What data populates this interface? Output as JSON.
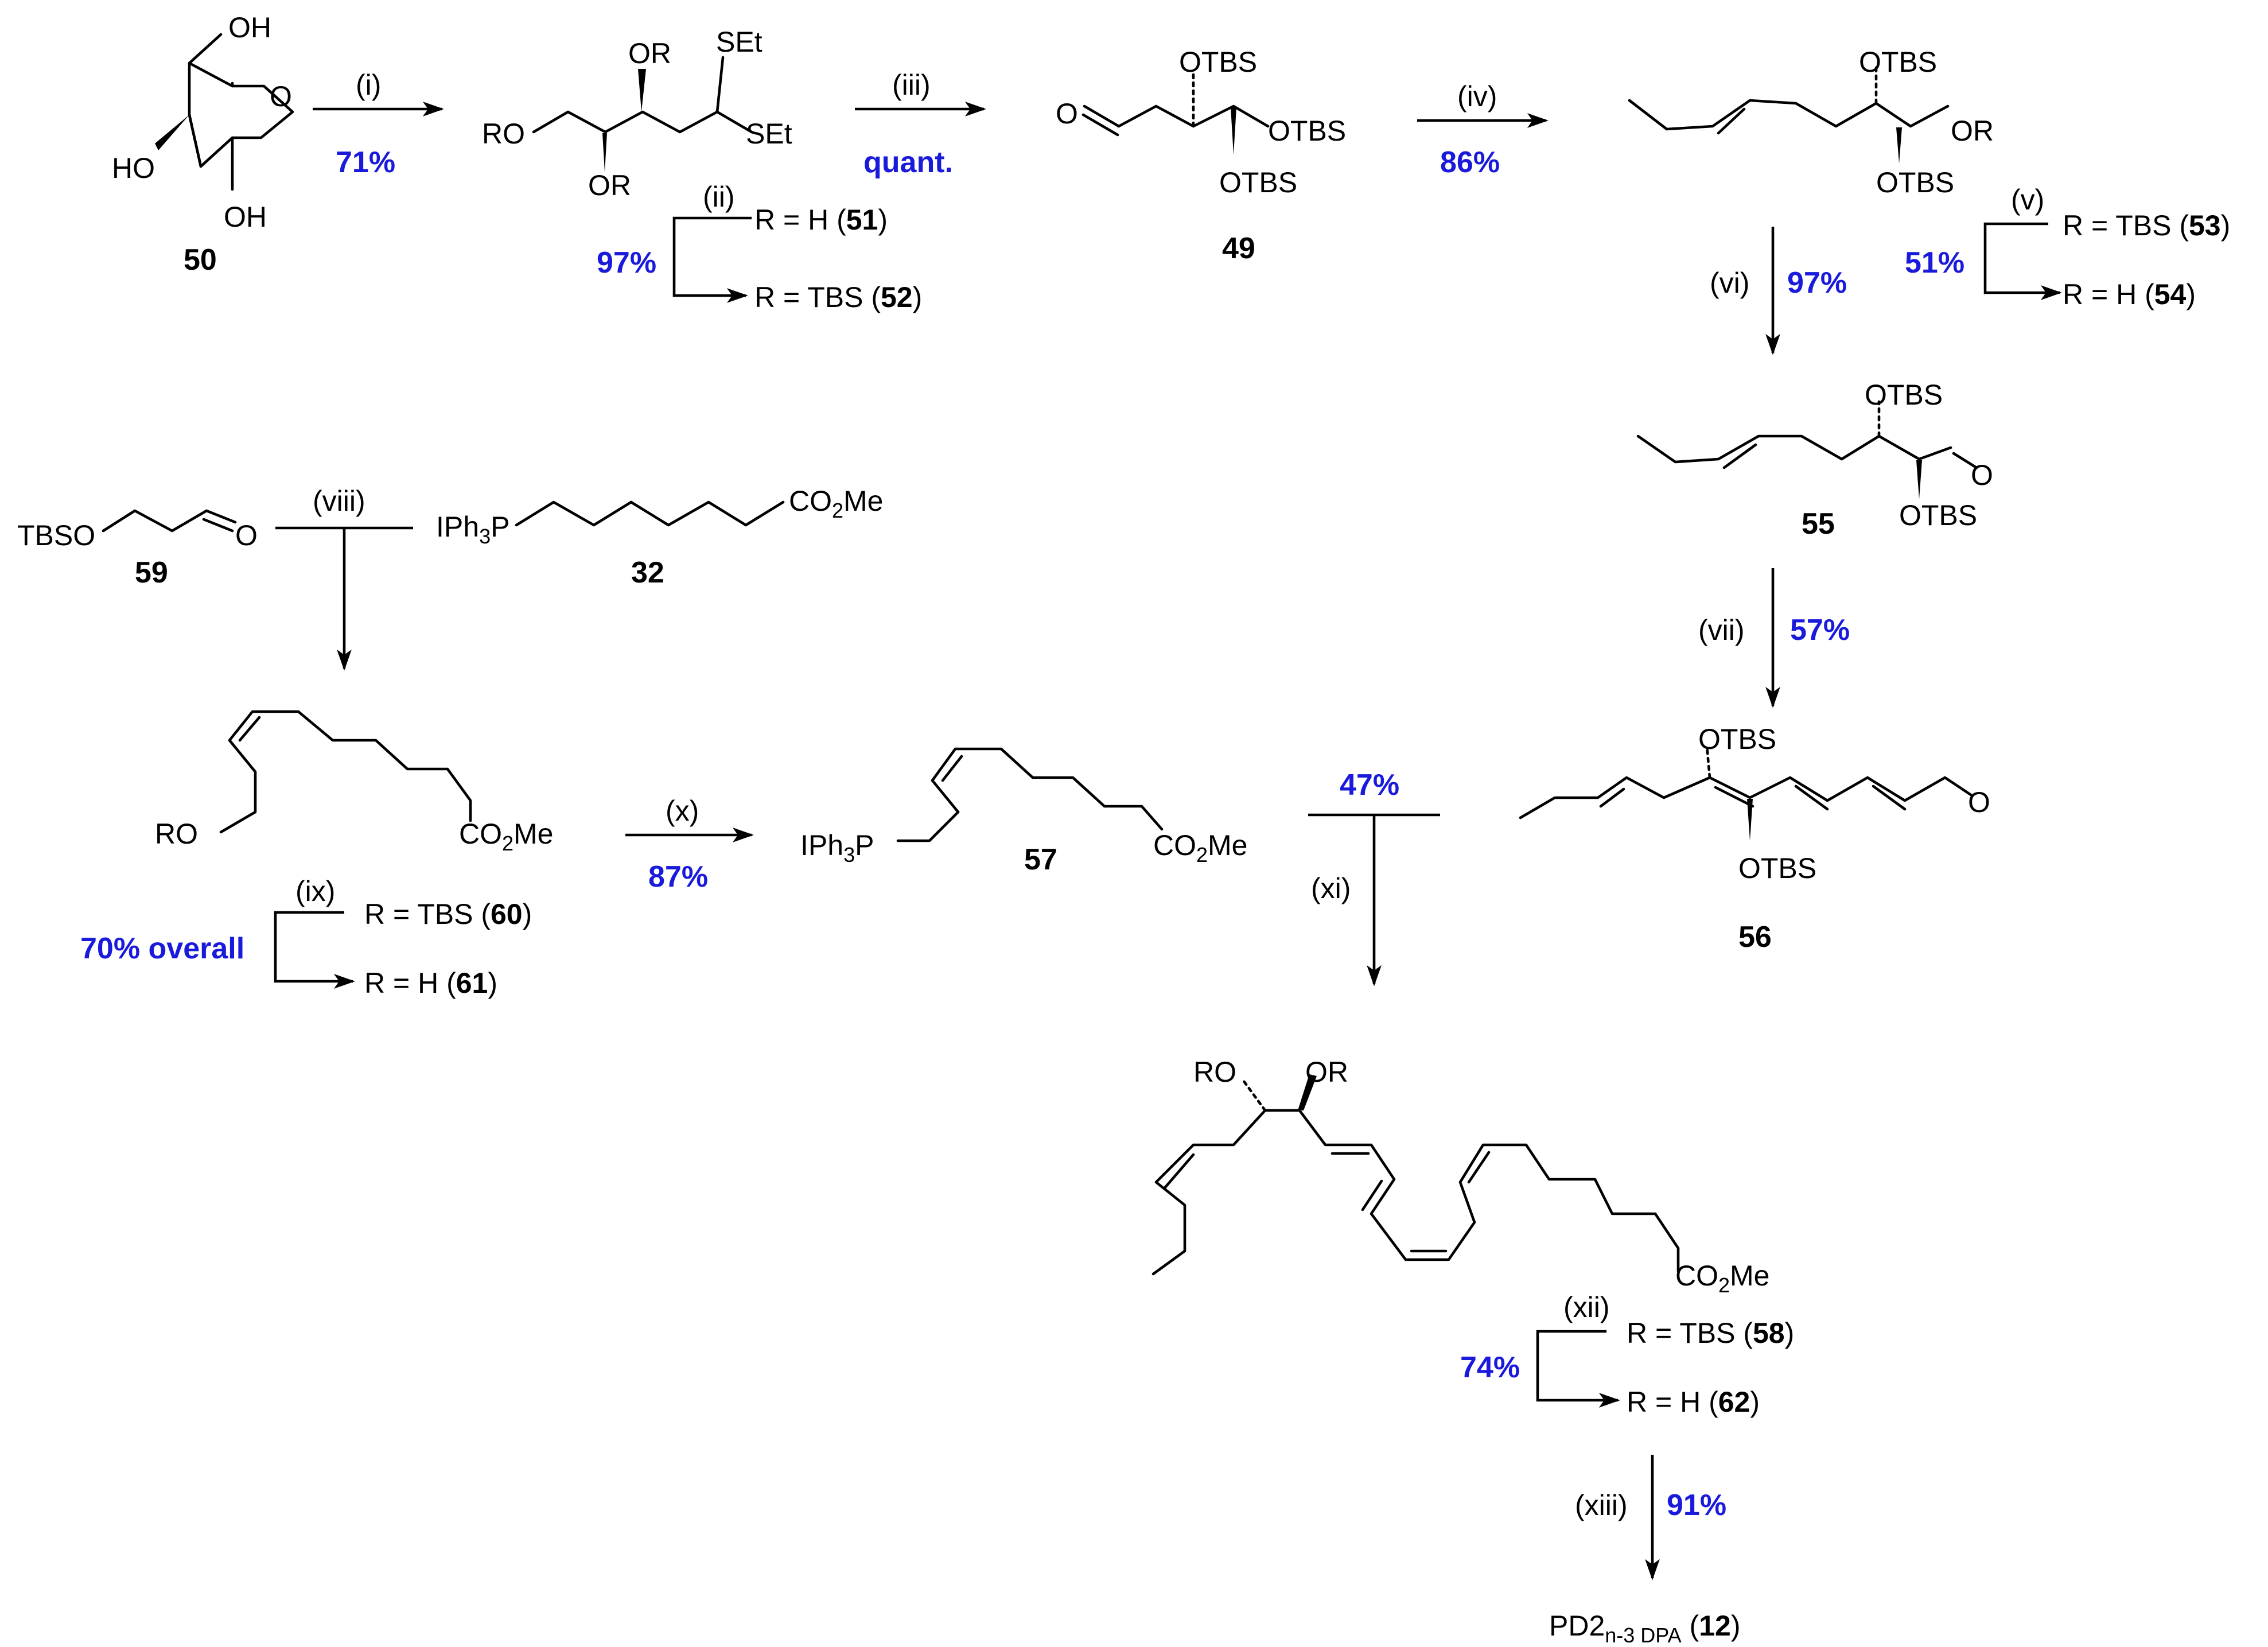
{
  "colors": {
    "yield": "#1a1adc",
    "ink": "#000000"
  },
  "atoms": {
    "OH": "OH",
    "O": "O",
    "HO": "HO",
    "RO": "RO",
    "OR": "OR",
    "SEt": "SEt",
    "OTBS": "OTBS",
    "TBSO": "TBSO",
    "IPh3P": "IPh",
    "IPh3P_sub": "3",
    "IPh3P_end": "P",
    "CO2Me": "CO",
    "CO2Me_sub": "2",
    "CO2Me_end": "Me"
  },
  "compounds": {
    "c50": "50",
    "c49": "49",
    "c55": "55",
    "c59": "59",
    "c32": "32",
    "c57": "57",
    "c56": "56"
  },
  "r_lines": {
    "r51_a": "R = H (",
    "r51_b": "51",
    "r51_c": ")",
    "r52_a": "R = TBS (",
    "r52_b": "52",
    "r52_c": ")",
    "r53_a": "R = TBS (",
    "r53_b": "53",
    "r53_c": ")",
    "r54_a": "R = H (",
    "r54_b": "54",
    "r54_c": ")",
    "r60_a": "R = TBS (",
    "r60_b": "60",
    "r60_c": ")",
    "r61_a": "R = H (",
    "r61_b": "61",
    "r61_c": ")",
    "r58_a": "R = TBS (",
    "r58_b": "58",
    "r58_c": ")",
    "r62_a": "R = H (",
    "r62_b": "62",
    "r62_c": ")"
  },
  "steps": {
    "s1": "(i)",
    "s2": "(ii)",
    "s3": "(iii)",
    "s4": "(iv)",
    "s5": "(v)",
    "s6": "(vi)",
    "s7": "(vii)",
    "s8": "(viii)",
    "s9": "(ix)",
    "s10": "(x)",
    "s11": "(xi)",
    "s12": "(xii)",
    "s13": "(xiii)"
  },
  "yields": {
    "y1": "71%",
    "y2": "97%",
    "y3": "quant.",
    "y4": "86%",
    "y5": "51%",
    "y6": "97%",
    "y7": "57%",
    "y9": "70% overall",
    "y10": "87%",
    "y11": "47%",
    "y12": "74%",
    "y13": "91%"
  },
  "product": {
    "name": "PD2",
    "sub": "n-3 DPA",
    "open": " (",
    "num": "12",
    "close": ")"
  }
}
